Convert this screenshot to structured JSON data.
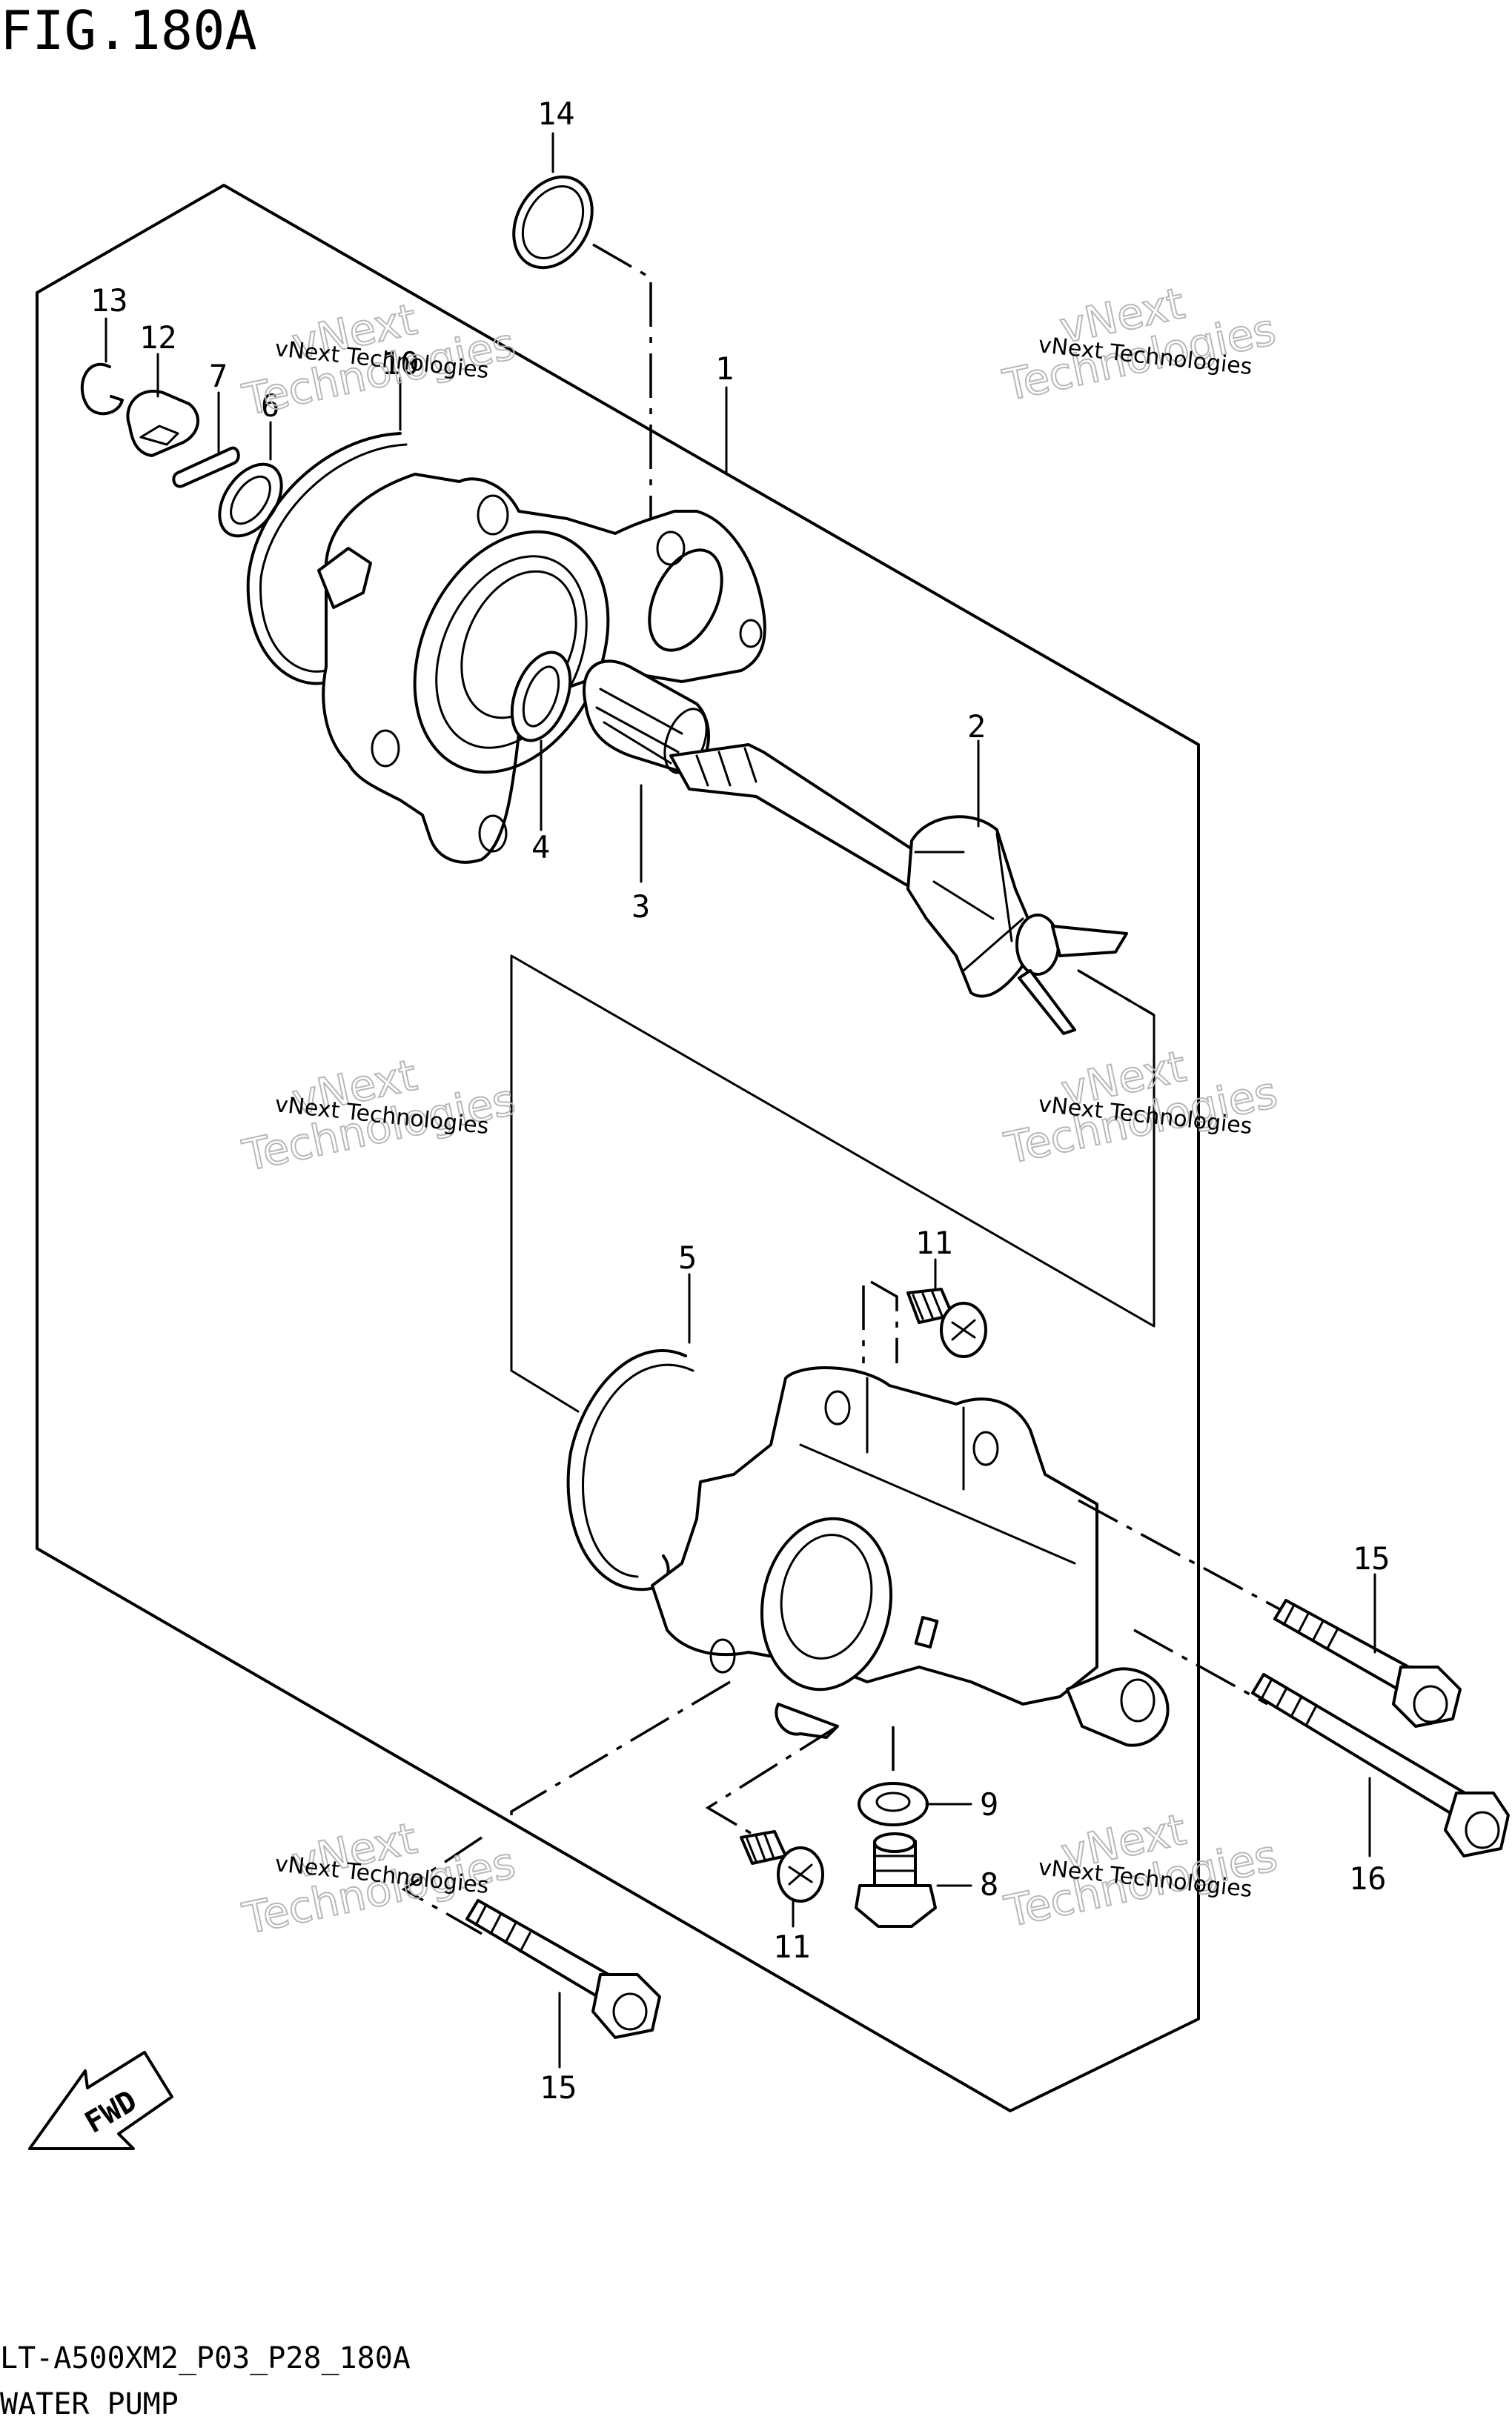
{
  "figure": {
    "title": "FIG.180A",
    "code": "LT-A500XM2_P03_P28_180A",
    "name": "WATER PUMP"
  },
  "callouts": {
    "c1": "1",
    "c2": "2",
    "c3": "3",
    "c4": "4",
    "c5": "5",
    "c6": "6",
    "c7": "7",
    "c8": "8",
    "c9": "9",
    "c10": "10",
    "c11a": "11",
    "c11b": "11",
    "c12": "12",
    "c13": "13",
    "c14": "14",
    "c15a": "15",
    "c15b": "15",
    "c16": "16"
  },
  "watermark": {
    "small": "vNext Technologies",
    "big_line1": "vNext",
    "big_line2": "Technologies"
  },
  "fwd_label": "FWD"
}
